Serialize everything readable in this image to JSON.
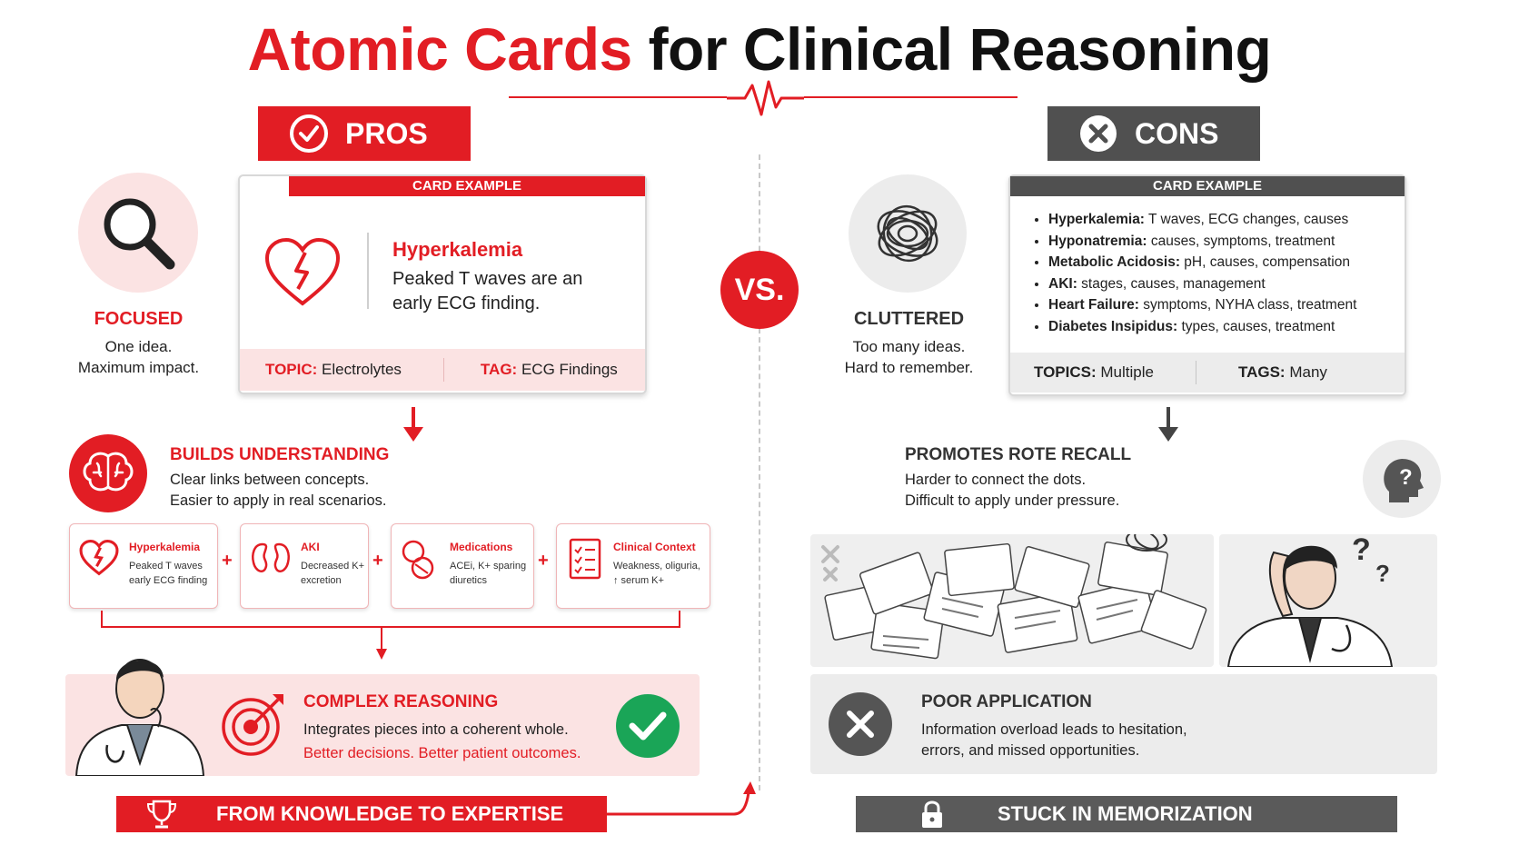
{
  "title": {
    "part1": "Atomic Cards",
    "part2": "for Clinical Reasoning"
  },
  "vs": "VS.",
  "pros": {
    "tab": "PROS",
    "focused": {
      "label": "FOCUSED",
      "line1": "One idea.",
      "line2": "Maximum impact."
    },
    "card": {
      "header": "CARD EXAMPLE",
      "title": "Hyperkalemia",
      "text1": "Peaked T waves are an",
      "text2": "early ECG finding.",
      "topic_label": "TOPIC:",
      "topic": "Electrolytes",
      "tag_label": "TAG:",
      "tag": "ECG Findings"
    },
    "builds": {
      "heading": "BUILDS UNDERSTANDING",
      "line1": "Clear links between concepts.",
      "line2": "Easier to apply in real scenarios."
    },
    "mini_cards": [
      {
        "title": "Hyperkalemia",
        "l1": "Peaked T waves",
        "l2": "early ECG finding"
      },
      {
        "title": "AKI",
        "l1": "Decreased K+",
        "l2": "excretion"
      },
      {
        "title": "Medications",
        "l1": "ACEi, K+ sparing",
        "l2": "diuretics"
      },
      {
        "title": "Clinical Context",
        "l1": "Weakness, oliguria,",
        "l2": "↑ serum K+"
      }
    ],
    "plus": "+",
    "complex": {
      "heading": "COMPLEX REASONING",
      "line1": "Integrates pieces into a coherent whole.",
      "line2": "Better decisions. Better patient outcomes."
    },
    "banner": "FROM KNOWLEDGE TO EXPERTISE"
  },
  "cons": {
    "tab": "CONS",
    "cluttered": {
      "label": "CLUTTERED",
      "line1": "Too many ideas.",
      "line2": "Hard to remember."
    },
    "card": {
      "header": "CARD EXAMPLE",
      "items": [
        {
          "term": "Hyperkalemia:",
          "desc": "T waves, ECG changes, causes"
        },
        {
          "term": "Hyponatremia:",
          "desc": "causes, symptoms, treatment"
        },
        {
          "term": "Metabolic Acidosis:",
          "desc": "pH, causes, compensation"
        },
        {
          "term": "AKI:",
          "desc": "stages, causes, management"
        },
        {
          "term": "Heart Failure:",
          "desc": "symptoms, NYHA class, treatment"
        },
        {
          "term": "Diabetes Insipidus:",
          "desc": "types, causes, treatment"
        }
      ],
      "topics_label": "TOPICS:",
      "topics": "Multiple",
      "tags_label": "TAGS:",
      "tags": "Many"
    },
    "rote": {
      "heading": "PROMOTES ROTE RECALL",
      "line1": "Harder to connect the dots.",
      "line2": "Difficult to apply under pressure."
    },
    "question_mark": "?",
    "poor": {
      "heading": "POOR APPLICATION",
      "line1": "Information overload leads to hesitation,",
      "line2": "errors, and missed opportunities."
    },
    "banner": "STUCK IN MEMORIZATION"
  },
  "colors": {
    "accent": "#e21d24",
    "dark": "#555555",
    "success": "#1aa557"
  }
}
